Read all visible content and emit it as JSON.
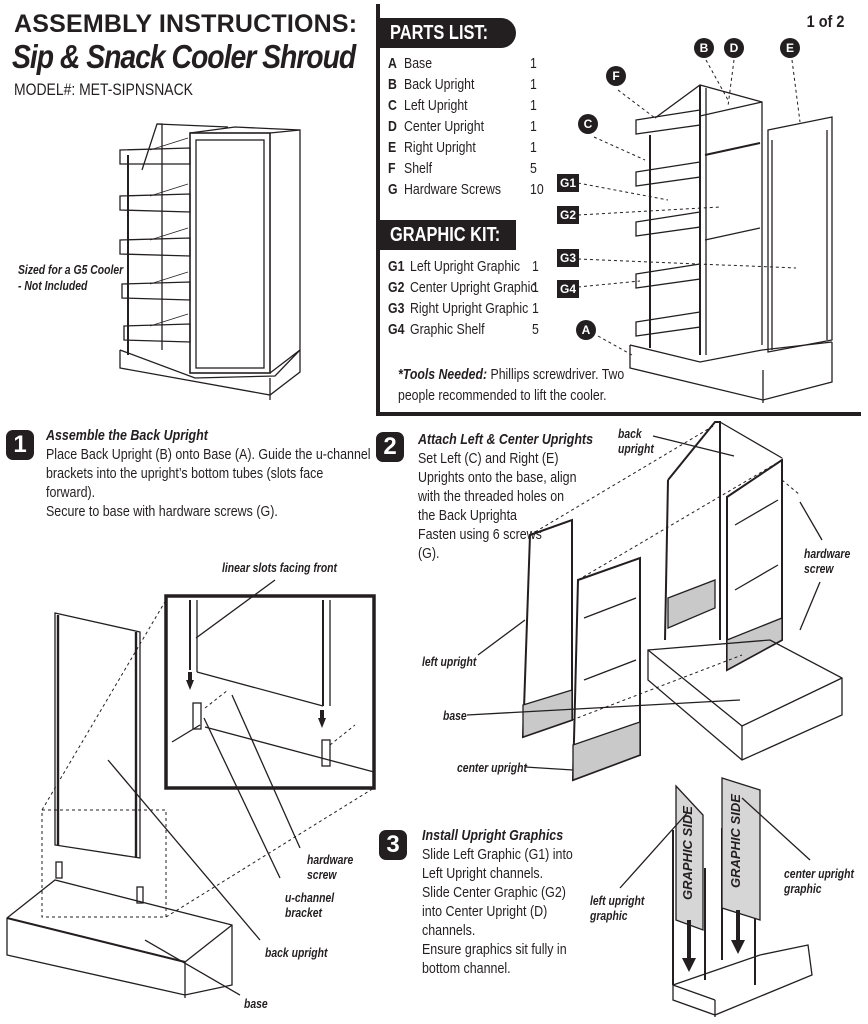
{
  "header": {
    "top_line": "ASSEMBLY INSTRUCTIONS:",
    "title": "Sip & Snack Cooler Shroud",
    "model": "MODEL#: MET-SIPNSNACK",
    "page": "1 of 2"
  },
  "hero": {
    "note_line1": "Sized for a G5 Cooler",
    "note_line2": "- Not Included"
  },
  "parts_list": {
    "title": "PARTS LIST:",
    "items": [
      {
        "key": "A",
        "name": "Base",
        "qty": "1"
      },
      {
        "key": "B",
        "name": "Back Upright",
        "qty": "1"
      },
      {
        "key": "C",
        "name": "Left Upright",
        "qty": "1"
      },
      {
        "key": "D",
        "name": "Center Upright",
        "qty": "1"
      },
      {
        "key": "E",
        "name": "Right Upright",
        "qty": "1"
      },
      {
        "key": "F",
        "name": "Shelf",
        "qty": "5"
      },
      {
        "key": "G",
        "name": "Hardware Screws",
        "qty": "10"
      }
    ]
  },
  "graphic_kit": {
    "title": "GRAPHIC KIT:",
    "items": [
      {
        "key": "G1",
        "name": "Left Upright Graphic",
        "qty": "1"
      },
      {
        "key": "G2",
        "name": "Center Upright Graphic",
        "qty": "1"
      },
      {
        "key": "G3",
        "name": "Right Upright Graphic",
        "qty": "1"
      },
      {
        "key": "G4",
        "name": "Graphic Shelf",
        "qty": "5"
      }
    ]
  },
  "tools": {
    "label": "*Tools Needed:",
    "line1_rest": " Phillips screwdriver. Two",
    "line2": "people recommended to lift the cooler."
  },
  "exploded_callouts": {
    "circles": [
      "B",
      "D",
      "E",
      "F",
      "C",
      "A"
    ],
    "squares": [
      "G1",
      "G2",
      "G3",
      "G4"
    ]
  },
  "steps": [
    {
      "number": "1",
      "title": "Assemble the Back Upright",
      "lines": [
        "Place Back Upright (B) onto Base (A). Guide the u-channel",
        "brackets into the upright’s bottom tubes (slots face",
        "forward).",
        "Secure to base with hardware screws (G)."
      ],
      "labels": {
        "slots": "linear slots facing front",
        "hardware_screw_1": "hardware",
        "hardware_screw_2": "screw",
        "bracket_1": "u-channel",
        "bracket_2": "bracket",
        "back_upright": "back upright",
        "base": "base"
      }
    },
    {
      "number": "2",
      "title": "Attach Left & Center Uprights",
      "lines": [
        "Set Left (C) and Right (E)",
        "Uprights onto the base, align",
        "with  the threaded holes on",
        "the Back Uprighta",
        "Fasten using 6 screws",
        "(G)."
      ],
      "labels": {
        "back_upright_1": "back",
        "back_upright_2": "upright",
        "hardware_screw_1": "hardware",
        "hardware_screw_2": "screw",
        "left_upright": "left upright",
        "base": "base",
        "center_upright": "center upright"
      }
    },
    {
      "number": "3",
      "title": "Install Upright Graphics",
      "lines": [
        "Slide Left Graphic (G1) into",
        "Left Upright channels.",
        "Slide Center Graphic (G2)",
        "into Center Upright (D)",
        "channels.",
        "Ensure graphics sit fully in",
        "bottom channel."
      ],
      "labels": {
        "left_graphic_1": "left upright",
        "left_graphic_2": "graphic",
        "center_graphic_1": "center upright",
        "center_graphic_2": "graphic",
        "graphic_side": "GRAPHIC SIDE"
      }
    }
  ]
}
